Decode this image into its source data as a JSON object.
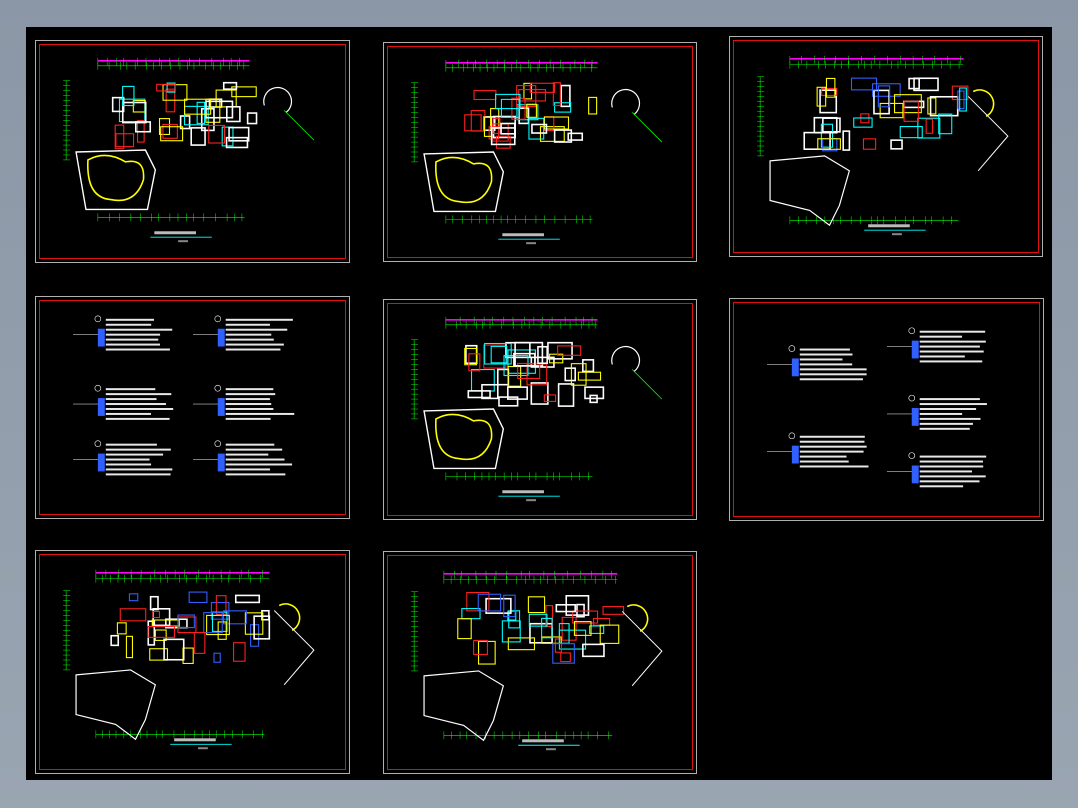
{
  "canvas": {
    "background": "#000000",
    "frame_color": "#e01010",
    "border_color": "#b0b0b0"
  },
  "sheets": [
    {
      "id": "s1",
      "kind": "plan-pool"
    },
    {
      "id": "s2",
      "kind": "plan-pool"
    },
    {
      "id": "s3",
      "kind": "plan-wedge"
    },
    {
      "id": "s4",
      "kind": "tables-6"
    },
    {
      "id": "s5",
      "kind": "plan-pool"
    },
    {
      "id": "s6",
      "kind": "tables-5"
    },
    {
      "id": "s7",
      "kind": "plan-wedge"
    },
    {
      "id": "s8",
      "kind": "plan-wedge"
    }
  ],
  "colors": {
    "wall": "#ffffff",
    "red": "#ff2020",
    "yellow": "#ffff00",
    "cyan": "#00ffff",
    "magenta": "#ff00ff",
    "green": "#00ff00",
    "blue": "#3060ff"
  }
}
